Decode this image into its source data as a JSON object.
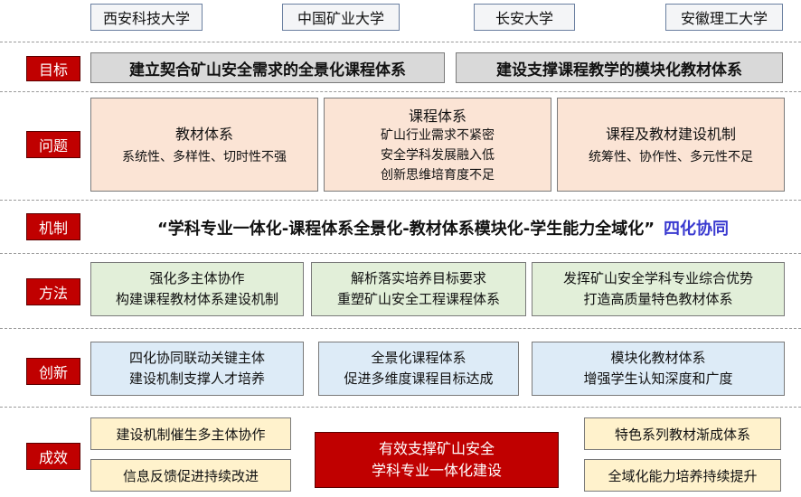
{
  "universities": [
    "西安科技大学",
    "中国矿业大学",
    "长安大学",
    "安徽理工大学"
  ],
  "rows": {
    "goal": "目标",
    "problem": "问题",
    "mechanism": "机制",
    "method": "方法",
    "innovation": "创新",
    "result": "成效"
  },
  "goals": [
    "建立契合矿山安全需求的全景化课程体系",
    "建设支撑课程教学的模块化教材体系"
  ],
  "problems": [
    {
      "title": "教材体系",
      "lines": [
        "系统性、多样性、切时性不强"
      ]
    },
    {
      "title": "课程体系",
      "lines": [
        "矿山行业需求不紧密",
        "安全学科发展融入低",
        "创新思维培育度不足"
      ]
    },
    {
      "title": "课程及教材建设机制",
      "lines": [
        "统筹性、协作性、多元性不足"
      ]
    }
  ],
  "mechanism": {
    "text": "“学科专业一体化-课程体系全景化-教材体系模块化-学生能力全域化”",
    "highlight": "四化协同"
  },
  "methods": [
    [
      "强化多主体协作",
      "构建课程教材体系建设机制"
    ],
    [
      "解析落实培养目标要求",
      "重塑矿山安全工程课程体系"
    ],
    [
      "发挥矿山安全学科专业综合优势",
      "打造高质量特色教材体系"
    ]
  ],
  "innovations": [
    [
      "四化协同联动关键主体",
      "建设机制支撑人才培养"
    ],
    [
      "全景化课程体系",
      "促进多维度课程目标达成"
    ],
    [
      "模块化教材体系",
      "增强学生认知深度和广度"
    ]
  ],
  "results": {
    "left": [
      "建设机制催生多主体协作",
      "信息反馈促进持续改进"
    ],
    "center": [
      "有效支撑矿山安全",
      "学科专业一体化建设"
    ],
    "right": [
      "特色系列教材渐成体系",
      "全域化能力培养持续提升"
    ]
  }
}
